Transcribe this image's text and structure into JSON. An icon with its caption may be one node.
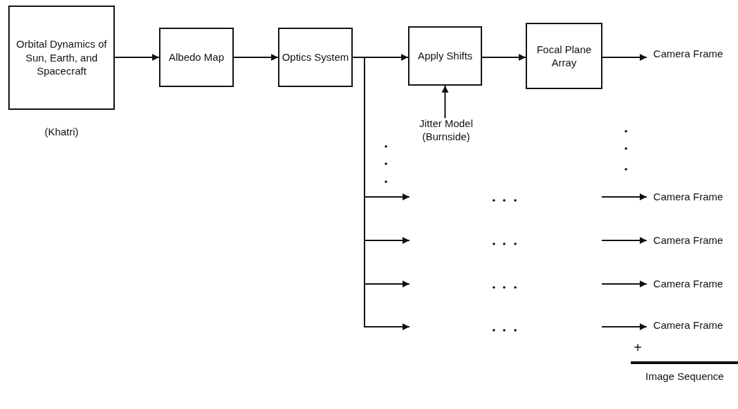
{
  "diagram": {
    "nodes": [
      {
        "text": [
          "Orbital Dynamics of Sun, Earth, and Spacecraft"
        ],
        "beside": [
          "(Khatri)"
        ]
      },
      {
        "text": [
          "Albedo Map"
        ]
      },
      {
        "text": [
          "Optics System"
        ]
      },
      {
        "text": [
          "Apply Shifts"
        ]
      },
      {
        "text": [
          "Focal Plane Array"
        ]
      },
      {
        "text": [
          "Camera Frame"
        ]
      },
      {
        "text": [
          "Jitter Model (Burnside)"
        ]
      },
      {
        "text": [
          "Camera Frame"
        ]
      },
      {
        "text": [
          "Camera Frame"
        ]
      },
      {
        "text": [
          "Camera Frame"
        ]
      },
      {
        "text": [
          "Camera Frame"
        ]
      }
    ],
    "edges": [
      {
        "from": 0,
        "to": 1,
        "arrow": "to"
      },
      {
        "from": 1,
        "to": 2,
        "arrow": "to"
      },
      {
        "from": 2,
        "to": 3,
        "arrow": "to"
      },
      {
        "from": 3,
        "to": 4,
        "arrow": "to"
      },
      {
        "from": 4,
        "to": 5,
        "arrow": "to"
      },
      {
        "from": 6,
        "to": 3,
        "arrow": "to"
      },
      {
        "from": 2,
        "to": null,
        "arrow": "to"
      },
      {
        "from": 2,
        "to": null,
        "arrow": "to"
      },
      {
        "from": 2,
        "to": null,
        "arrow": "to"
      },
      {
        "from": 2,
        "to": null,
        "arrow": "to"
      },
      {
        "from": null,
        "to": 7,
        "arrow": "to"
      },
      {
        "from": null,
        "to": 8,
        "arrow": "to"
      },
      {
        "from": null,
        "to": 9,
        "arrow": "to"
      },
      {
        "from": null,
        "to": 10,
        "arrow": "to"
      }
    ],
    "labels": [
      "+",
      "Image Sequence"
    ]
  }
}
